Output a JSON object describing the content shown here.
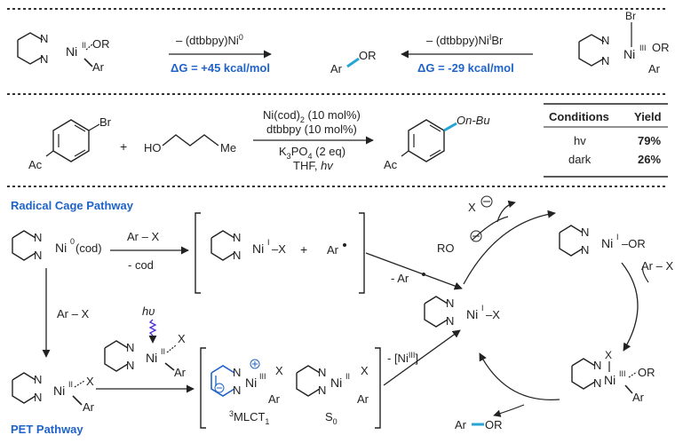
{
  "top_row": {
    "left_nickel": {
      "n_top": "N",
      "n_bot": "N",
      "metal": "Ni",
      "ox": "II",
      "lig1": "OR",
      "lig2": "Ar"
    },
    "left_arrow_reagent": "– (dtbbpy)Ni",
    "left_arrow_reagent_sup": "0",
    "left_dg": "ΔG = +45 kcal/mol",
    "center_product": {
      "ar": "Ar",
      "or": "OR"
    },
    "right_arrow_reagent": "– (dtbbpy)Ni",
    "right_arrow_reagent_sup": "I",
    "right_arrow_reagent_tail": "Br",
    "right_dg": "ΔG = -29 kcal/mol",
    "right_nickel": {
      "n_top": "N",
      "n_bot": "N",
      "metal": "Ni",
      "ox": "III",
      "br": "Br",
      "lig1": "OR",
      "lig2": "Ar"
    }
  },
  "reaction": {
    "br": "Br",
    "ac": "Ac",
    "plus": "+",
    "ho": "HO",
    "me": "Me",
    "cond1": "Ni(cod)",
    "cond1_sub": "2",
    "cond1_tail": " (10 mol%)",
    "cond2": "dtbbpy (10 mol%)",
    "cond3": "K",
    "cond3_sub1": "3",
    "cond3_mid": "PO",
    "cond3_sub2": "4",
    "cond3_tail": " (2 eq)",
    "cond4": "THF, ",
    "cond4_it": "hv",
    "product_ac": "Ac",
    "product_or": "On-Bu"
  },
  "table": {
    "col1": "Conditions",
    "col2": "Yield",
    "rows": [
      {
        "cond": "hv",
        "yield": "79%"
      },
      {
        "cond": "dark",
        "yield": "26%"
      }
    ]
  },
  "mechanism": {
    "radical_label": "Radical Cage Pathway",
    "pet_label": "PET Pathway",
    "ni0_metal": "Ni",
    "ni0_ox": "0",
    "ni0_cod": "(cod)",
    "arx_top": "Ar – X",
    "minus_cod": "- cod",
    "niI_metal": "Ni",
    "niI_ox": "I",
    "niI_x": "–X",
    "plus": "+",
    "ar_radical": "Ar",
    "minus_ar": "- Ar",
    "arx_left": "Ar – X",
    "hv": "hυ",
    "niII_metal": "Ni",
    "niII_ox": "II",
    "x": "X",
    "ar": "Ar",
    "mlct_metal": "Ni",
    "mlct_ox": "III",
    "mlct_label_sup": "3",
    "mlct_label": "MLCT",
    "mlct_label_sub": "1",
    "s0_label": "S",
    "s0_label_sub": "0",
    "minus_ni3": "- [Ni",
    "minus_ni3_sup": "III",
    "minus_ni3_tail": "]",
    "center_metal": "Ni",
    "center_ox": "I",
    "center_x": "–X",
    "ro": "RO",
    "xminus": "X",
    "right_top_metal": "Ni",
    "right_top_ox": "I",
    "right_top_or": "–OR",
    "arx_right": "Ar – X",
    "right_bot_metal": "Ni",
    "right_bot_ox": "III",
    "right_bot_x": "X",
    "right_bot_or": "OR",
    "right_bot_ar": "Ar",
    "product_ar": "Ar",
    "product_or": "OR",
    "n": "N"
  },
  "colors": {
    "blue": "#1f63c9",
    "cyan": "#27a6d6",
    "purple": "#4b2bd1",
    "table_blue": "#2a3fe0"
  }
}
